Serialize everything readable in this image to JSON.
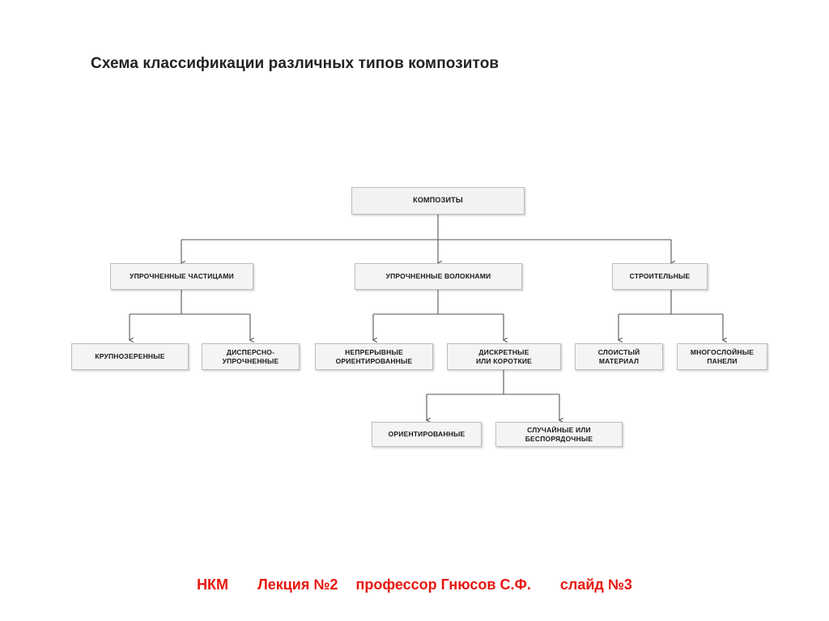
{
  "slide": {
    "title": "Схема классификации различных типов композитов",
    "footer": {
      "course": "НКМ",
      "lecture": "Лекция №2",
      "lecturer": "профессор Гнюсов С.Ф.",
      "slide_number": "слайд №3",
      "color": "#e8170f"
    }
  },
  "diagram": {
    "type": "tree",
    "node_fill": "#f4f4f4",
    "node_border": "#bdbdbd",
    "connector_color": "#555555",
    "nodes": [
      {
        "id": "root",
        "label": "КОМПОЗИТЫ"
      },
      {
        "id": "particles",
        "label": "УПРОЧНЕННЫЕ ЧАСТИЦАМИ"
      },
      {
        "id": "fibers",
        "label": "УПРОЧНЕННЫЕ ВОЛОКНАМИ"
      },
      {
        "id": "construction",
        "label": "СТРОИТЕЛЬНЫЕ"
      },
      {
        "id": "coarse",
        "label": "КРУПНОЗЕРЕННЫЕ"
      },
      {
        "id": "dispersed",
        "label_line1": "ДИСПЕРСНО-",
        "label_line2": "УПРОЧНЕННЫЕ"
      },
      {
        "id": "continuous",
        "label_line1": "НЕПРЕРЫВНЫЕ",
        "label_line2": "ОРИЕНТИРОВАННЫЕ"
      },
      {
        "id": "discrete",
        "label_line1": "ДИСКРЕТНЫЕ",
        "label_line2": "ИЛИ КОРОТКИЕ"
      },
      {
        "id": "layered",
        "label_line1": "СЛОИСТЫЙ",
        "label_line2": "МАТЕРИАЛ"
      },
      {
        "id": "multilayer",
        "label_line1": "МНОГОСЛОЙНЫЕ",
        "label_line2": "ПАНЕЛИ"
      },
      {
        "id": "oriented",
        "label": "ОРИЕНТИРОВАННЫЕ"
      },
      {
        "id": "random",
        "label_line1": "СЛУЧАЙНЫЕ ИЛИ",
        "label_line2": "БЕСПОРЯДОЧНЫЕ"
      }
    ]
  }
}
